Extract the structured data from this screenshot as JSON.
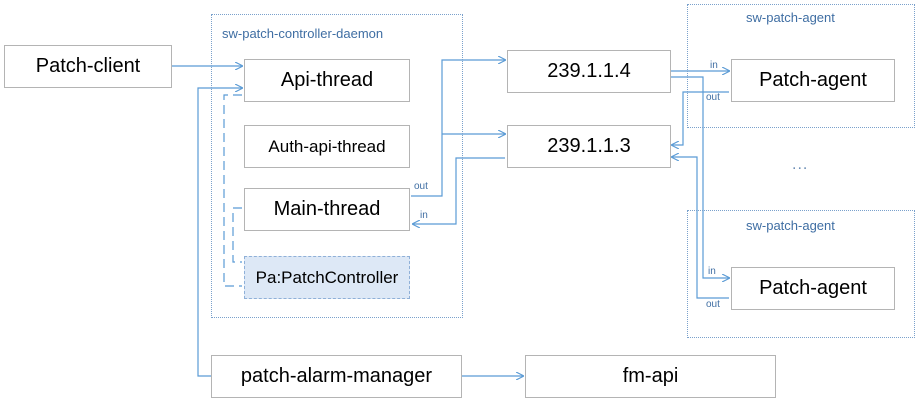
{
  "groups": {
    "controller_daemon": "sw-patch-controller-daemon",
    "agent_top": "sw-patch-agent",
    "agent_bottom": "sw-patch-agent"
  },
  "nodes": {
    "patch_client": "Patch-client",
    "api_thread": "Api-thread",
    "auth_api_thread": "Auth-api-thread",
    "main_thread": "Main-thread",
    "patch_controller": "Pa:PatchController",
    "mcast_4": "239.1.1.4",
    "mcast_3": "239.1.1.3",
    "agent_top": "Patch-agent",
    "agent_bottom": "Patch-agent",
    "alarm_manager": "patch-alarm-manager",
    "fm_api": "fm-api"
  },
  "ports": {
    "main_out": "out",
    "main_in": "in",
    "agent_top_in": "in",
    "agent_top_out": "out",
    "agent_bottom_in": "in",
    "agent_bottom_out": "out"
  },
  "ellipsis": "...",
  "colors": {
    "line": "#5b9bd5",
    "group_border": "#7aa1cc",
    "box_border": "#b4b4b4",
    "highlight_fill": "#dde8f6"
  }
}
